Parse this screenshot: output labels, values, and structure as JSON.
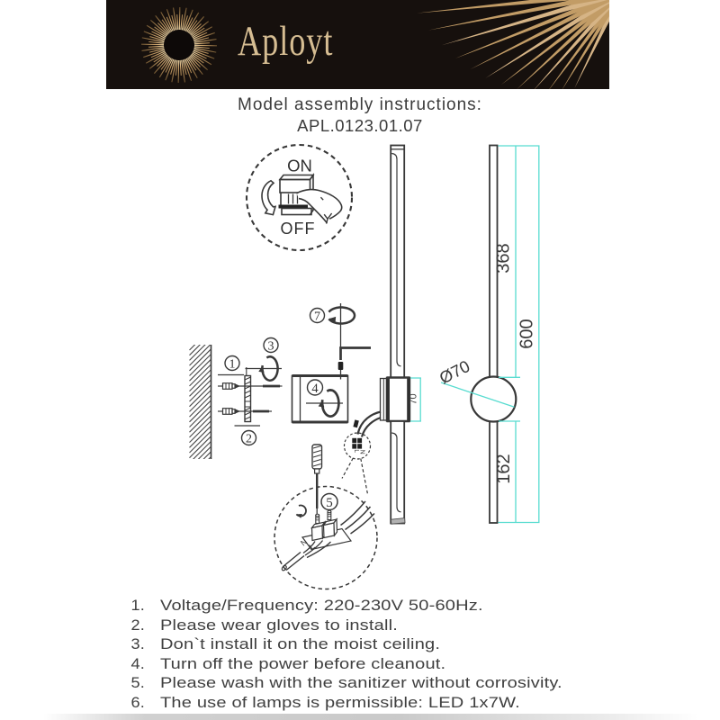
{
  "header": {
    "brand": "Aployt",
    "colors": {
      "band": "#16100d",
      "gold": "#c59a63",
      "brand_text": "#dcc49b"
    }
  },
  "title": {
    "line1": "Model assembly instructions:",
    "line2": "APL.0123.01.07"
  },
  "diagram": {
    "switch": {
      "on": "ON",
      "off": "OFF"
    },
    "steps": {
      "s1": "1",
      "s2": "2",
      "s3": "3",
      "s4": "4",
      "s5": "5",
      "s7": "7"
    },
    "dims": {
      "upper": "368",
      "total": "600",
      "lower": "162",
      "diameter": "Ø70",
      "canopy": "70"
    },
    "terminals": {
      "live": "L",
      "neutral": "N"
    },
    "colors": {
      "line": "#383838",
      "dimension": "#58dcd0"
    }
  },
  "instructions": {
    "items": [
      {
        "num": "1.",
        "text": "Voltage/Frequency: 220-230V 50-60Hz."
      },
      {
        "num": "2.",
        "text": "Please wear gloves to install."
      },
      {
        "num": "3.",
        "text": "Don`t install it on the moist ceiling."
      },
      {
        "num": "4.",
        "text": "Turn off the power before cleanout."
      },
      {
        "num": "5.",
        "text": "Please wash with the sanitizer without corrosivity."
      },
      {
        "num": "6.",
        "text": "The use of lamps is permissible: LED 1x7W."
      }
    ]
  }
}
